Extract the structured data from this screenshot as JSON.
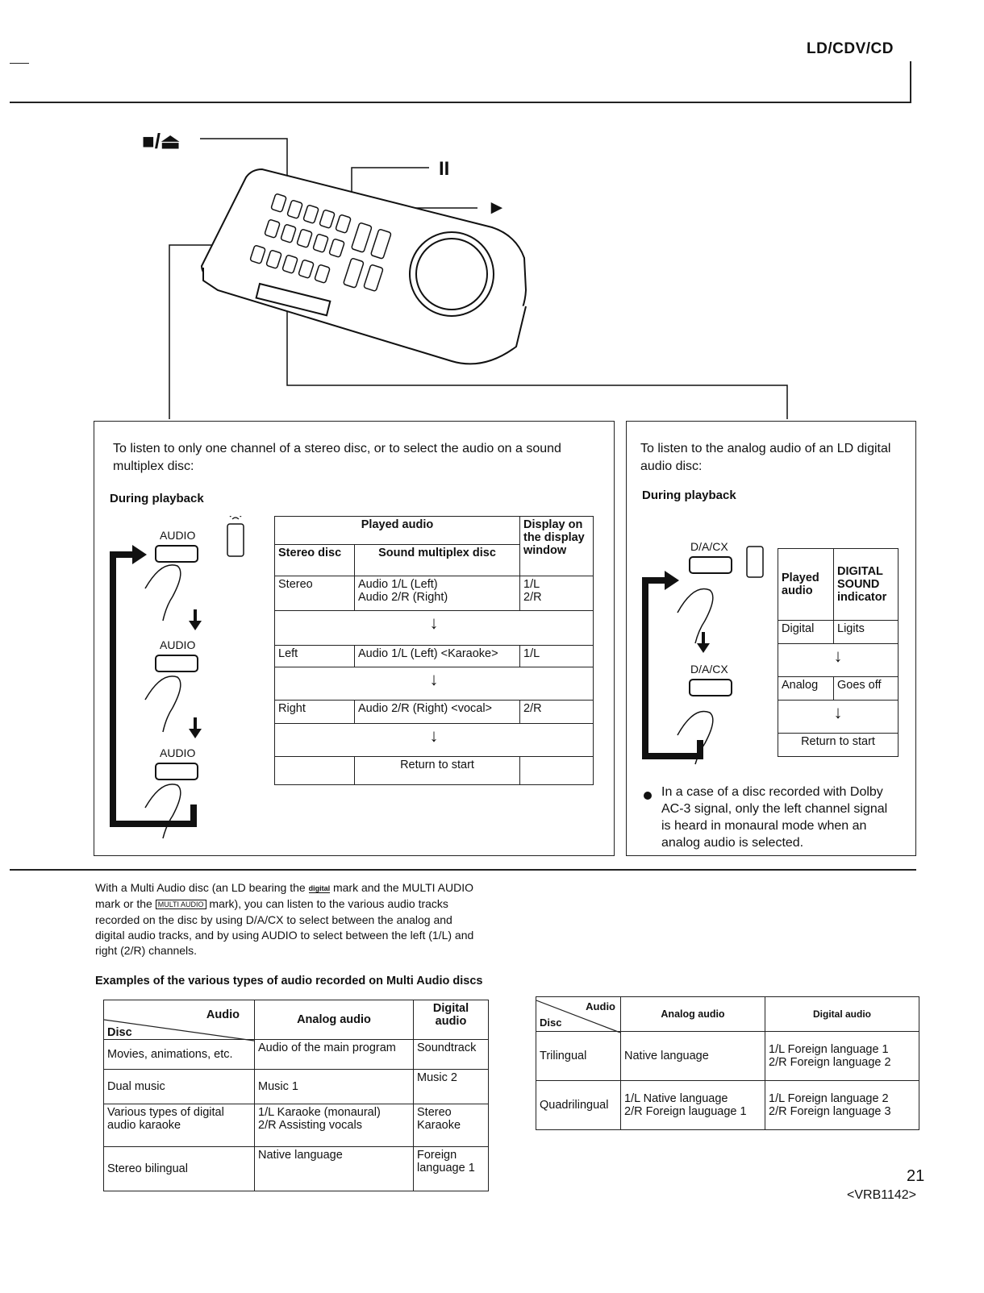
{
  "header": {
    "section": "LD/CDV/CD"
  },
  "remote": {
    "stop_eject_symbol": "■/⏏",
    "pause_symbol": "II",
    "play_symbol": "►"
  },
  "left_panel": {
    "intro": "To listen to only one channel of a stereo disc, or to select the audio on a sound multiplex disc:",
    "during": "During playback",
    "button_label": "AUDIO",
    "table": {
      "played_audio": "Played audio",
      "display_header": "Display on the display window",
      "col_stereo": "Stereo disc",
      "col_multiplex": "Sound multiplex disc",
      "rows": [
        {
          "stereo": "Stereo",
          "multiplex": "Audio 1/L (Left)\nAudio 2/R (Right)",
          "display": "1/L\n2/R"
        },
        {
          "stereo": "Left",
          "multiplex": "Audio 1/L (Left) <Karaoke>",
          "display": "1/L"
        },
        {
          "stereo": "Right",
          "multiplex": "Audio 2/R (Right) <vocal>",
          "display": "2/R"
        }
      ],
      "return": "Return to start"
    }
  },
  "right_panel": {
    "intro": "To listen to the analog audio of an LD digital audio disc:",
    "during": "During playback",
    "button_label": "D/A/CX",
    "table": {
      "played_audio": "Played audio",
      "indicator": "DIGITAL SOUND indicator",
      "rows": [
        {
          "audio": "Digital",
          "indicator": "Ligits"
        },
        {
          "audio": "Analog",
          "indicator": "Goes off"
        }
      ],
      "return": "Return to start"
    },
    "note": "In a case of a disc recorded with Dolby AC-3 signal, only the left channel signal is heard in monaural mode when an analog audio is selected."
  },
  "multi_audio": {
    "p1": "With a Multi Audio disc (an LD bearing the ",
    "logo1": "digital",
    "p2": " mark and the MULTI AUDIO mark or the ",
    "logo2": "MULTI AUDIO",
    "p3": " mark), you can listen to the various audio tracks recorded on the disc by using D/A/CX to select between the analog and digital audio tracks, and by using AUDIO to select between the left (1/L) and right (2/R) channels.",
    "examples_title": "Examples of the various types of audio recorded on Multi Audio discs"
  },
  "table_a": {
    "h_audio": "Audio",
    "h_disc": "Disc",
    "h_analog": "Analog audio",
    "h_digital": "Digital audio",
    "rows": [
      {
        "disc": "Movies, animations, etc.",
        "analog": "Audio of the main program",
        "digital": "Soundtrack"
      },
      {
        "disc": "Dual music",
        "analog": "Music 1",
        "digital": "Music 2"
      },
      {
        "disc": "Various types of digital audio karaoke",
        "analog": "1/L Karaoke (monaural)\n2/R Assisting vocals",
        "digital": "Stereo\nKaraoke"
      },
      {
        "disc": "Stereo bilingual",
        "analog": "Native language",
        "digital": "Foreign\nlanguage 1"
      }
    ]
  },
  "table_b": {
    "h_audio": "Audio",
    "h_disc": "Disc",
    "h_analog": "Analog audio",
    "h_digital": "Digital audio",
    "rows": [
      {
        "disc": "Trilingual",
        "analog": "Native language",
        "digital": "1/L Foreign language 1\n2/R Foreign language 2"
      },
      {
        "disc": "Quadrilingual",
        "analog": "1/L Native language\n2/R Foreign lauguage 1",
        "digital": "1/L Foreign language 2\n2/R Foreign language 3"
      }
    ]
  },
  "footer": {
    "page": "21",
    "code": "<VRB1142>"
  }
}
